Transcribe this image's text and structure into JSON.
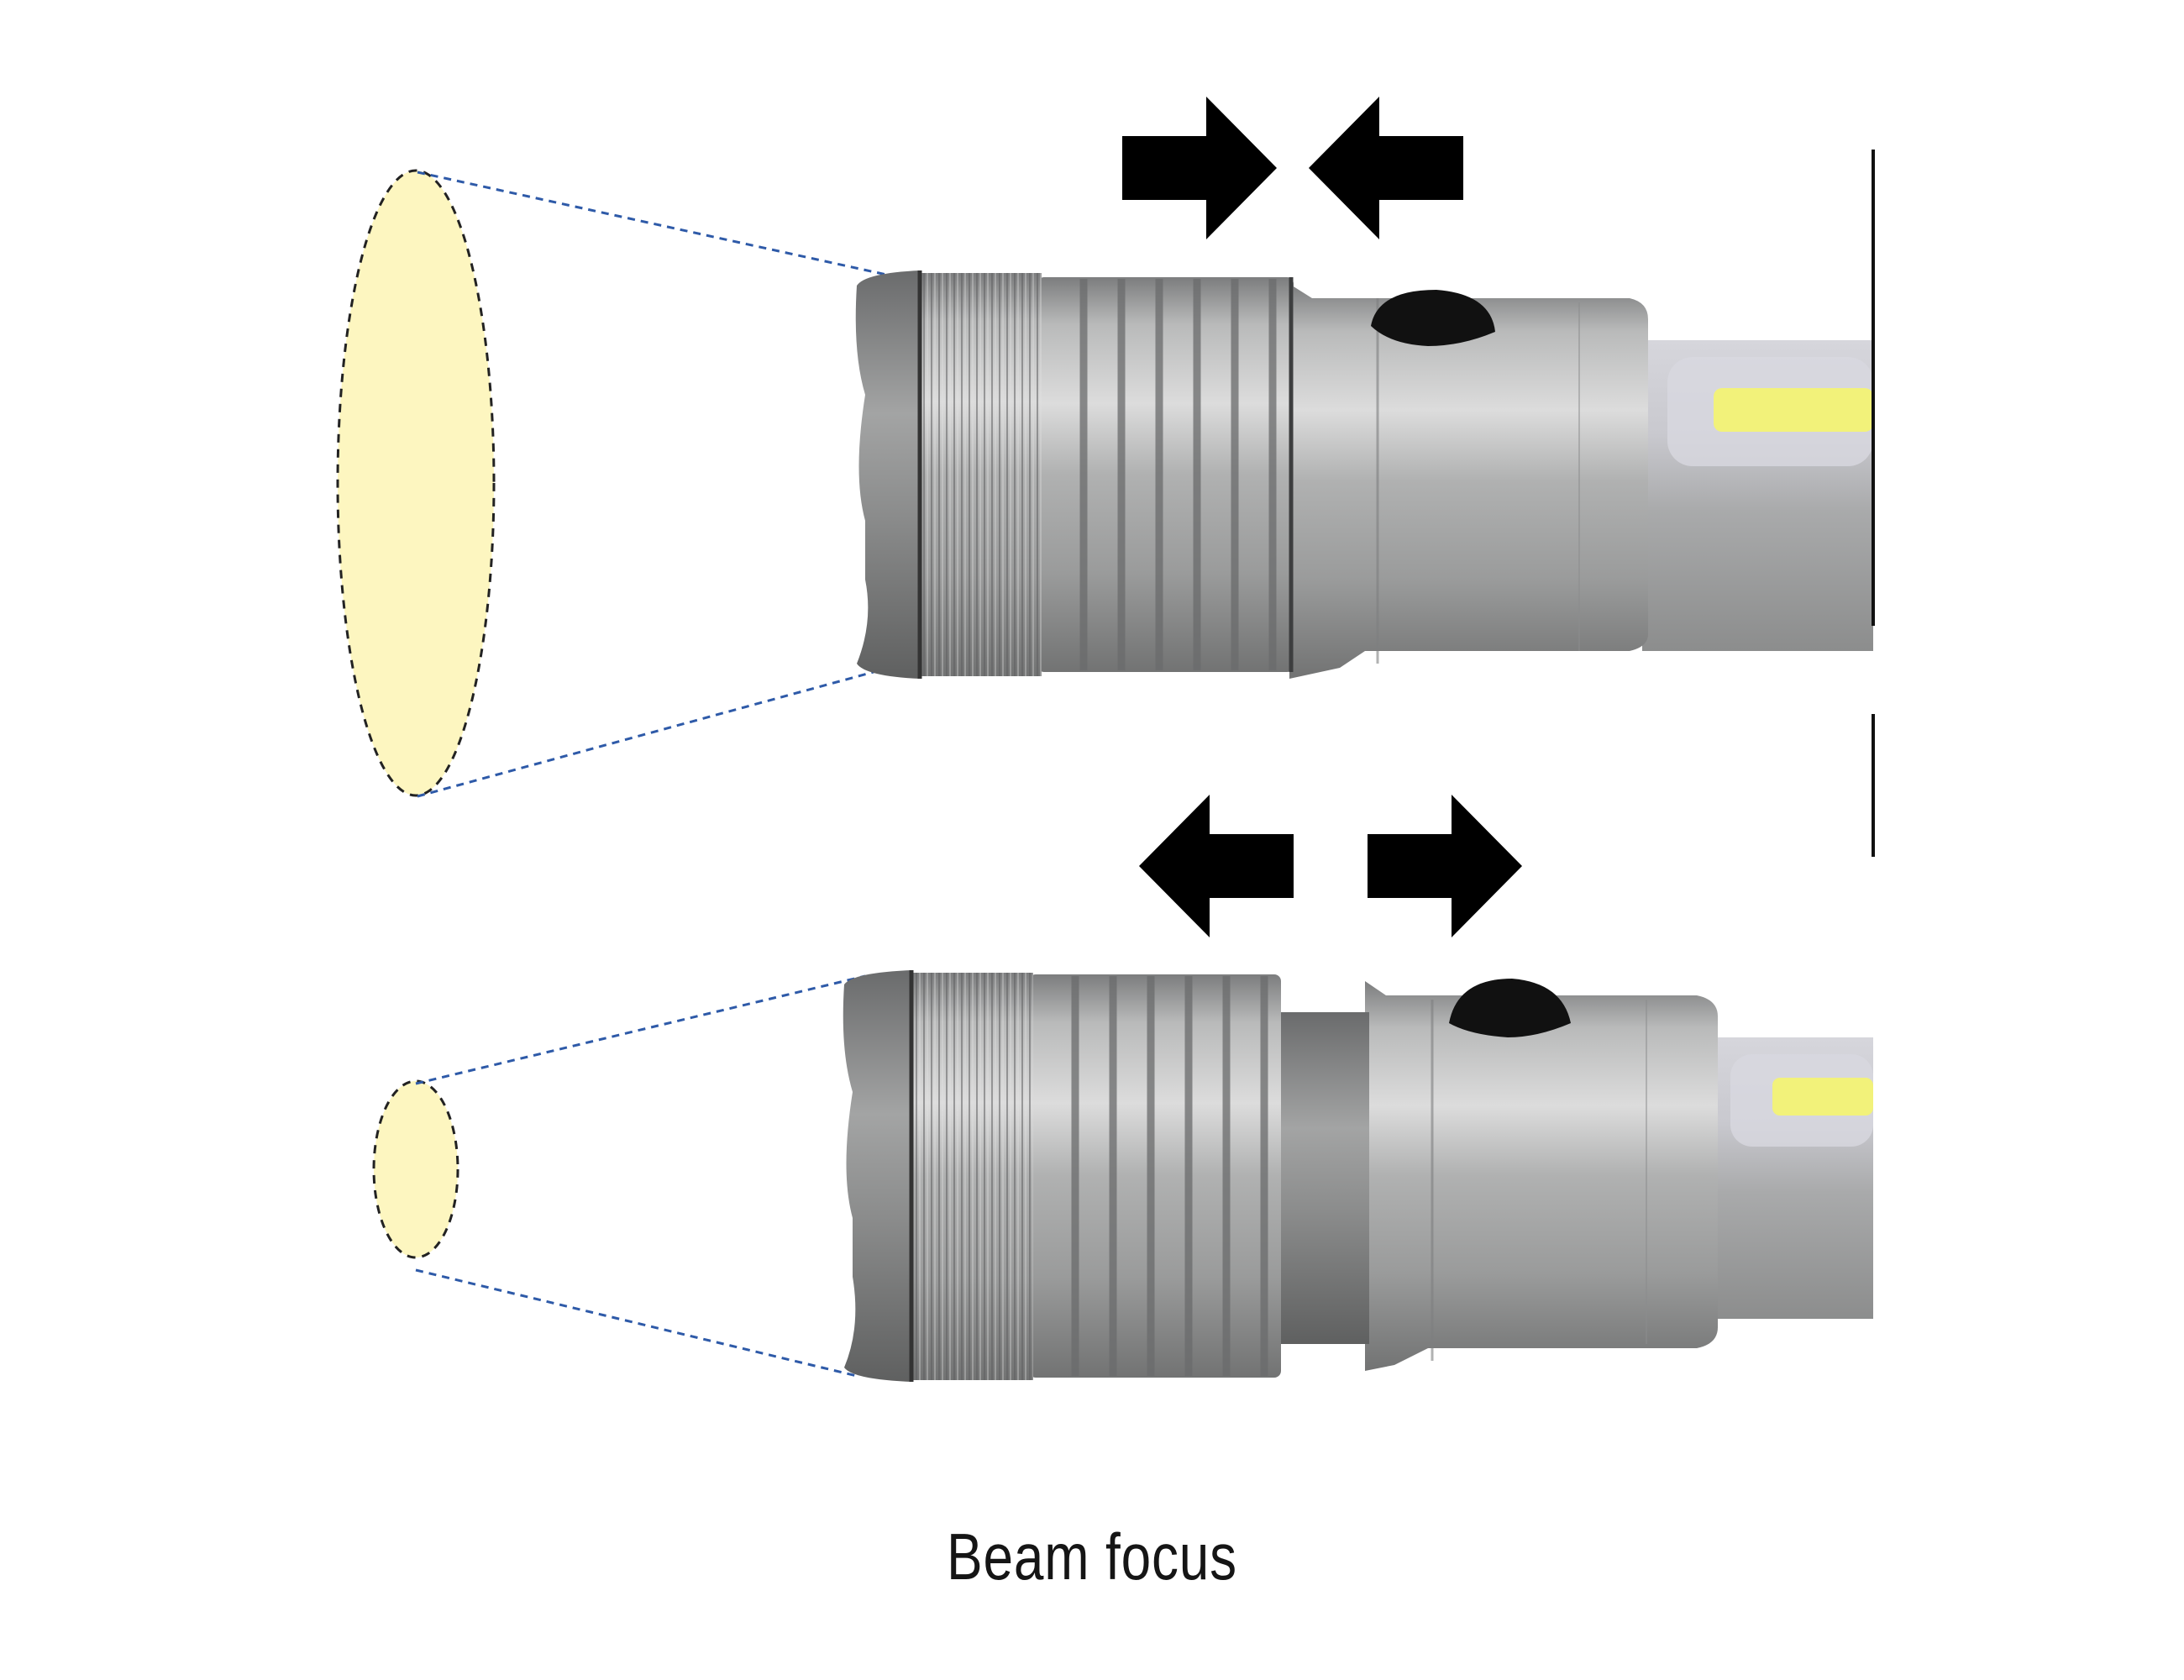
{
  "caption": "Beam focus",
  "colors": {
    "beam_fill": "#fdf6c0",
    "beam_outline": "#222222",
    "beam_lines": "#2e5aa8",
    "arrow": "#000000",
    "body_silver": "#a7a8a8",
    "cob_led": "#f2f27a"
  },
  "panels": [
    {
      "state": "wide-beam",
      "arrows": "pointing-inward"
    },
    {
      "state": "narrow-beam",
      "arrows": "pointing-outward"
    }
  ]
}
